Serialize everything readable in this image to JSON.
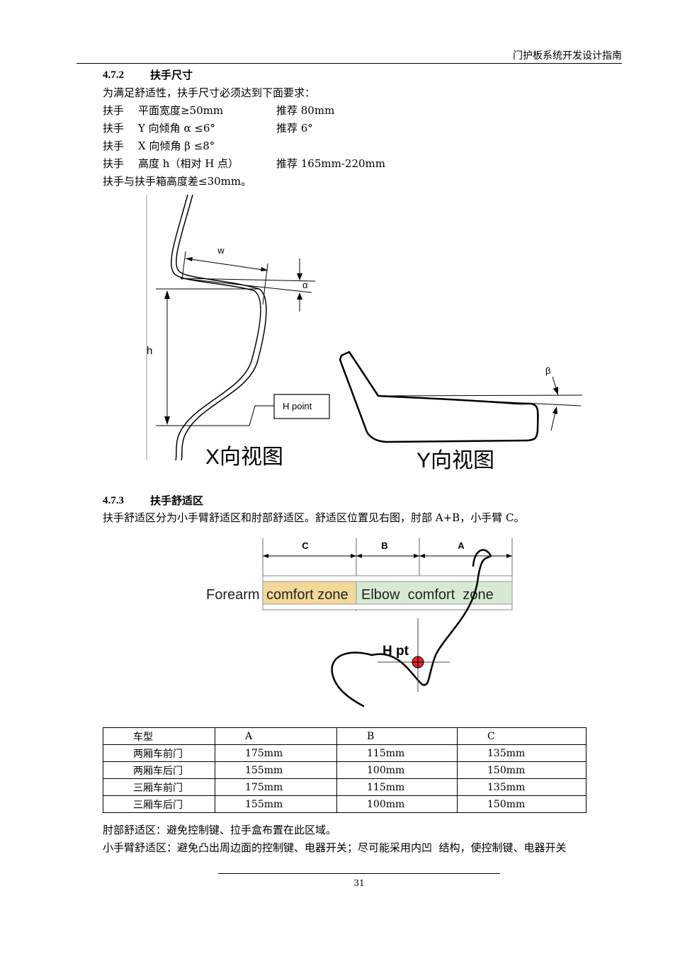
{
  "header": {
    "title": "门护板系统开发设计指南"
  },
  "section_472": {
    "number": "4.7.2",
    "title": "扶手尺寸",
    "intro": "为满足舒适性，扶手尺寸必须达到下面要求：",
    "rows": [
      {
        "label": "扶手",
        "spec": "平面宽度≥50mm",
        "recommend": "推荐 80mm"
      },
      {
        "label": "扶手",
        "spec": "Y 向倾角  α  ≤6°",
        "recommend": "推荐 6°"
      },
      {
        "label": "扶手",
        "spec": "X 向倾角  β  ≤8°",
        "recommend": ""
      },
      {
        "label": "扶手",
        "spec": "高度 h（相对 H 点）",
        "recommend": "推荐 165mm-220mm"
      }
    ],
    "last_line": "扶手与扶手箱高度差≤30mm。"
  },
  "figure1": {
    "label_w": "w",
    "label_alpha": "α",
    "label_h": "h",
    "label_hpoint": "H point",
    "label_beta": "β",
    "caption_x": "X向视图",
    "caption_y": "Y向视图"
  },
  "section_473": {
    "number": "4.7.3",
    "title": "扶手舒适区",
    "intro": "扶手舒适区分为小手臂舒适区和肘部舒适区。舒适区位置见右图，肘部 A+B，小手臂 C。"
  },
  "figure2": {
    "label_c": "C",
    "label_b": "B",
    "label_a": "A",
    "forearm": "Forearm",
    "forearm_zone": "comfort zone",
    "elbow_zone": "Elbow  comfort  zone",
    "hpt": "H pt",
    "colors": {
      "forearm_zone": "#f2d899",
      "elbow_zone": "#d6ead2",
      "hpt_marker": "#e8262a"
    }
  },
  "table": {
    "headers": [
      "车型",
      "A",
      "B",
      "C"
    ],
    "rows": [
      [
        "两厢车前门",
        "175mm",
        "115mm",
        "135mm"
      ],
      [
        "两厢车后门",
        "155mm",
        "100mm",
        "150mm"
      ],
      [
        "三厢车前门",
        "175mm",
        "115mm",
        "135mm"
      ],
      [
        "三厢车后门",
        "155mm",
        "100mm",
        "150mm"
      ]
    ]
  },
  "notes": [
    "肘部舒适区：避免控制键、拉手盒布置在此区域。",
    "小手臂舒适区：避免凸出周边面的控制键、电器开关；尽可能采用内凹  结构，使控制键、电器开关"
  ],
  "footer": {
    "page": "31"
  }
}
